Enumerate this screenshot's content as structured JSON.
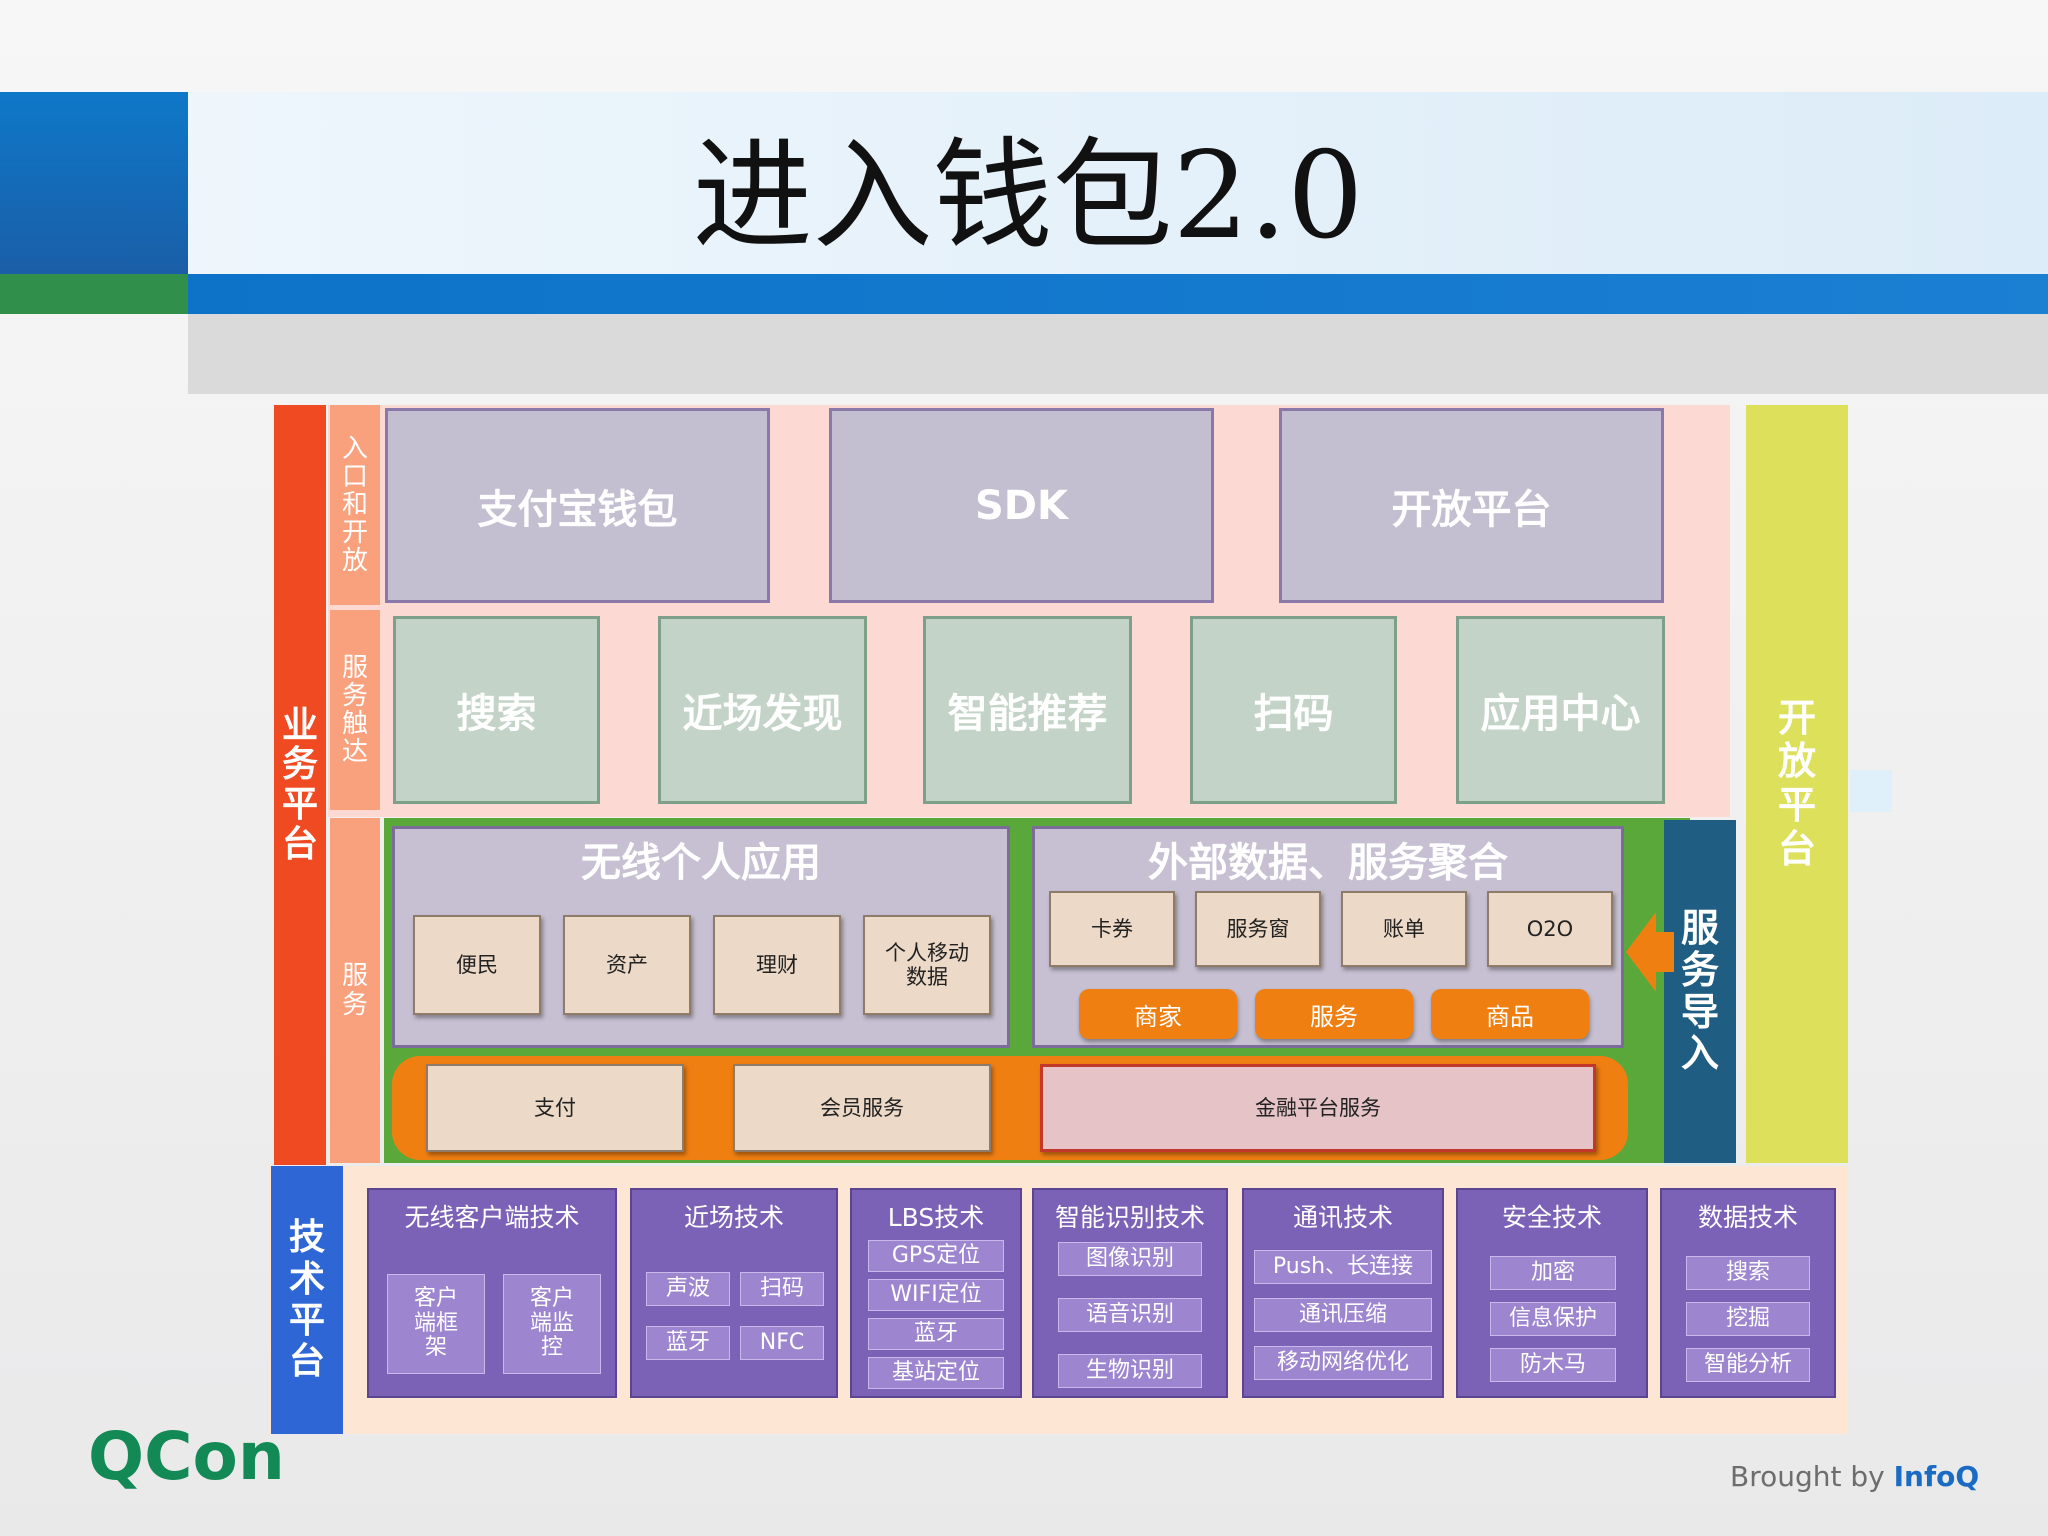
{
  "slide": {
    "title": "进入钱包2.0"
  },
  "left_labels": {
    "business_platform": [
      "业",
      "务",
      "平",
      "台"
    ],
    "entry_open": [
      "入",
      "口",
      "和",
      "开",
      "放"
    ],
    "service_touch": [
      "服",
      "务",
      "触",
      "达"
    ],
    "service": [
      "服",
      "务"
    ],
    "tech_platform": [
      "技",
      "术",
      "平",
      "台"
    ]
  },
  "right_labels": {
    "open_platform": [
      "开",
      "放",
      "平",
      "台"
    ],
    "service_import": [
      "服",
      "务",
      "导",
      "入"
    ]
  },
  "entry_row": [
    "支付宝钱包",
    "SDK",
    "开放平台"
  ],
  "touch_row": [
    "搜索",
    "近场发现",
    "智能推荐",
    "扫码",
    "应用中心"
  ],
  "wireless_panel": {
    "title": "无线个人应用",
    "items": [
      "便民",
      "资产",
      "理财",
      "个人移动\n数据"
    ]
  },
  "external_panel": {
    "title": "外部数据、服务聚合",
    "items": [
      "卡券",
      "服务窗",
      "账单",
      "O2O"
    ],
    "pills": [
      "商家",
      "服务",
      "商品"
    ]
  },
  "base_row": [
    "支付",
    "会员服务",
    "金融平台服务"
  ],
  "tech_columns": [
    {
      "title": "无线客户端技术",
      "items": [
        "客户\n端框\n架",
        "客户\n端监\n控"
      ]
    },
    {
      "title": "近场技术",
      "items": [
        "声波",
        "扫码",
        "蓝牙",
        "NFC"
      ]
    },
    {
      "title": "LBS技术",
      "items": [
        "GPS定位",
        "WIFI定位",
        "蓝牙",
        "基站定位"
      ]
    },
    {
      "title": "智能识别技术",
      "items": [
        "图像识别",
        "语音识别",
        "生物识别"
      ]
    },
    {
      "title": "通讯技术",
      "items": [
        "Push、长连接",
        "通讯压缩",
        "移动网络优化"
      ]
    },
    {
      "title": "安全技术",
      "items": [
        "加密",
        "信息保护",
        "防木马"
      ]
    },
    {
      "title": "数据技术",
      "items": [
        "搜索",
        "挖掘",
        "智能分析"
      ]
    }
  ],
  "footer": {
    "logo": "QCon",
    "brought_prefix": "Brought by",
    "brought_brand": "InfoQ"
  },
  "colors": {
    "accent_red": "#f04a22",
    "salmon": "#f9a07d",
    "yellow": "#dde05a",
    "navy": "#1f5e82",
    "tech_blue": "#2f66d6",
    "purple": "#7c62b6",
    "orange": "#f07f12",
    "green": "#5aa83a"
  }
}
